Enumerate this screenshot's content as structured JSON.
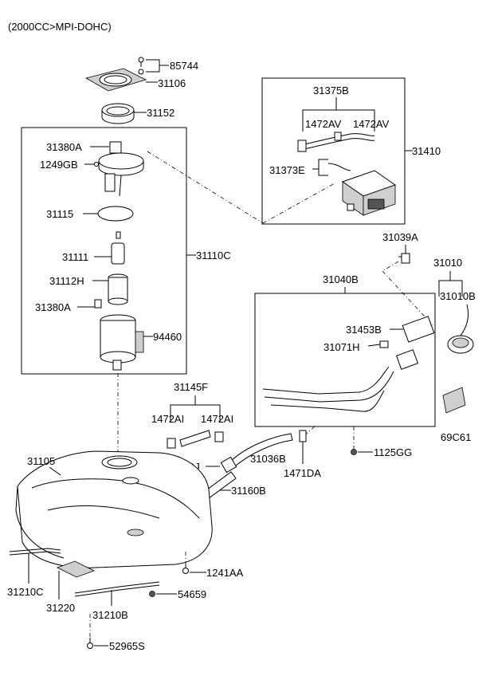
{
  "header": {
    "text": "(2000CC>MPI-DOHC)"
  },
  "labels": {
    "p85744": "85744",
    "p31106": "31106",
    "p31152": "31152",
    "p31380A_top": "31380A",
    "p1249GB": "1249GB",
    "p31115": "31115",
    "p31111": "31111",
    "p31112H": "31112H",
    "p31380A_bot": "31380A",
    "p94460": "94460",
    "p31110C": "31110C",
    "p31375B": "31375B",
    "p1472AV_a": "1472AV",
    "p1472AV_b": "1472AV",
    "p31410": "31410",
    "p31373E": "31373E",
    "p31039A": "31039A",
    "p31010": "31010",
    "p31040B": "31040B",
    "p31010B": "31010B",
    "p31453B": "31453B",
    "p31071H": "31071H",
    "p69C61": "69C61",
    "p31145F": "31145F",
    "p1472AI_a": "1472AI",
    "p1472AI_b": "1472AI",
    "p31105": "31105",
    "p1471DJ": "1471DJ",
    "p31036B": "31036B",
    "p1471DA": "1471DA",
    "p1125GG": "1125GG",
    "p31160B": "31160B",
    "p1241AA": "1241AA",
    "p31210C": "31210C",
    "p54659": "54659",
    "p31220": "31220",
    "p31210B": "31210B",
    "p52965S": "52965S"
  }
}
